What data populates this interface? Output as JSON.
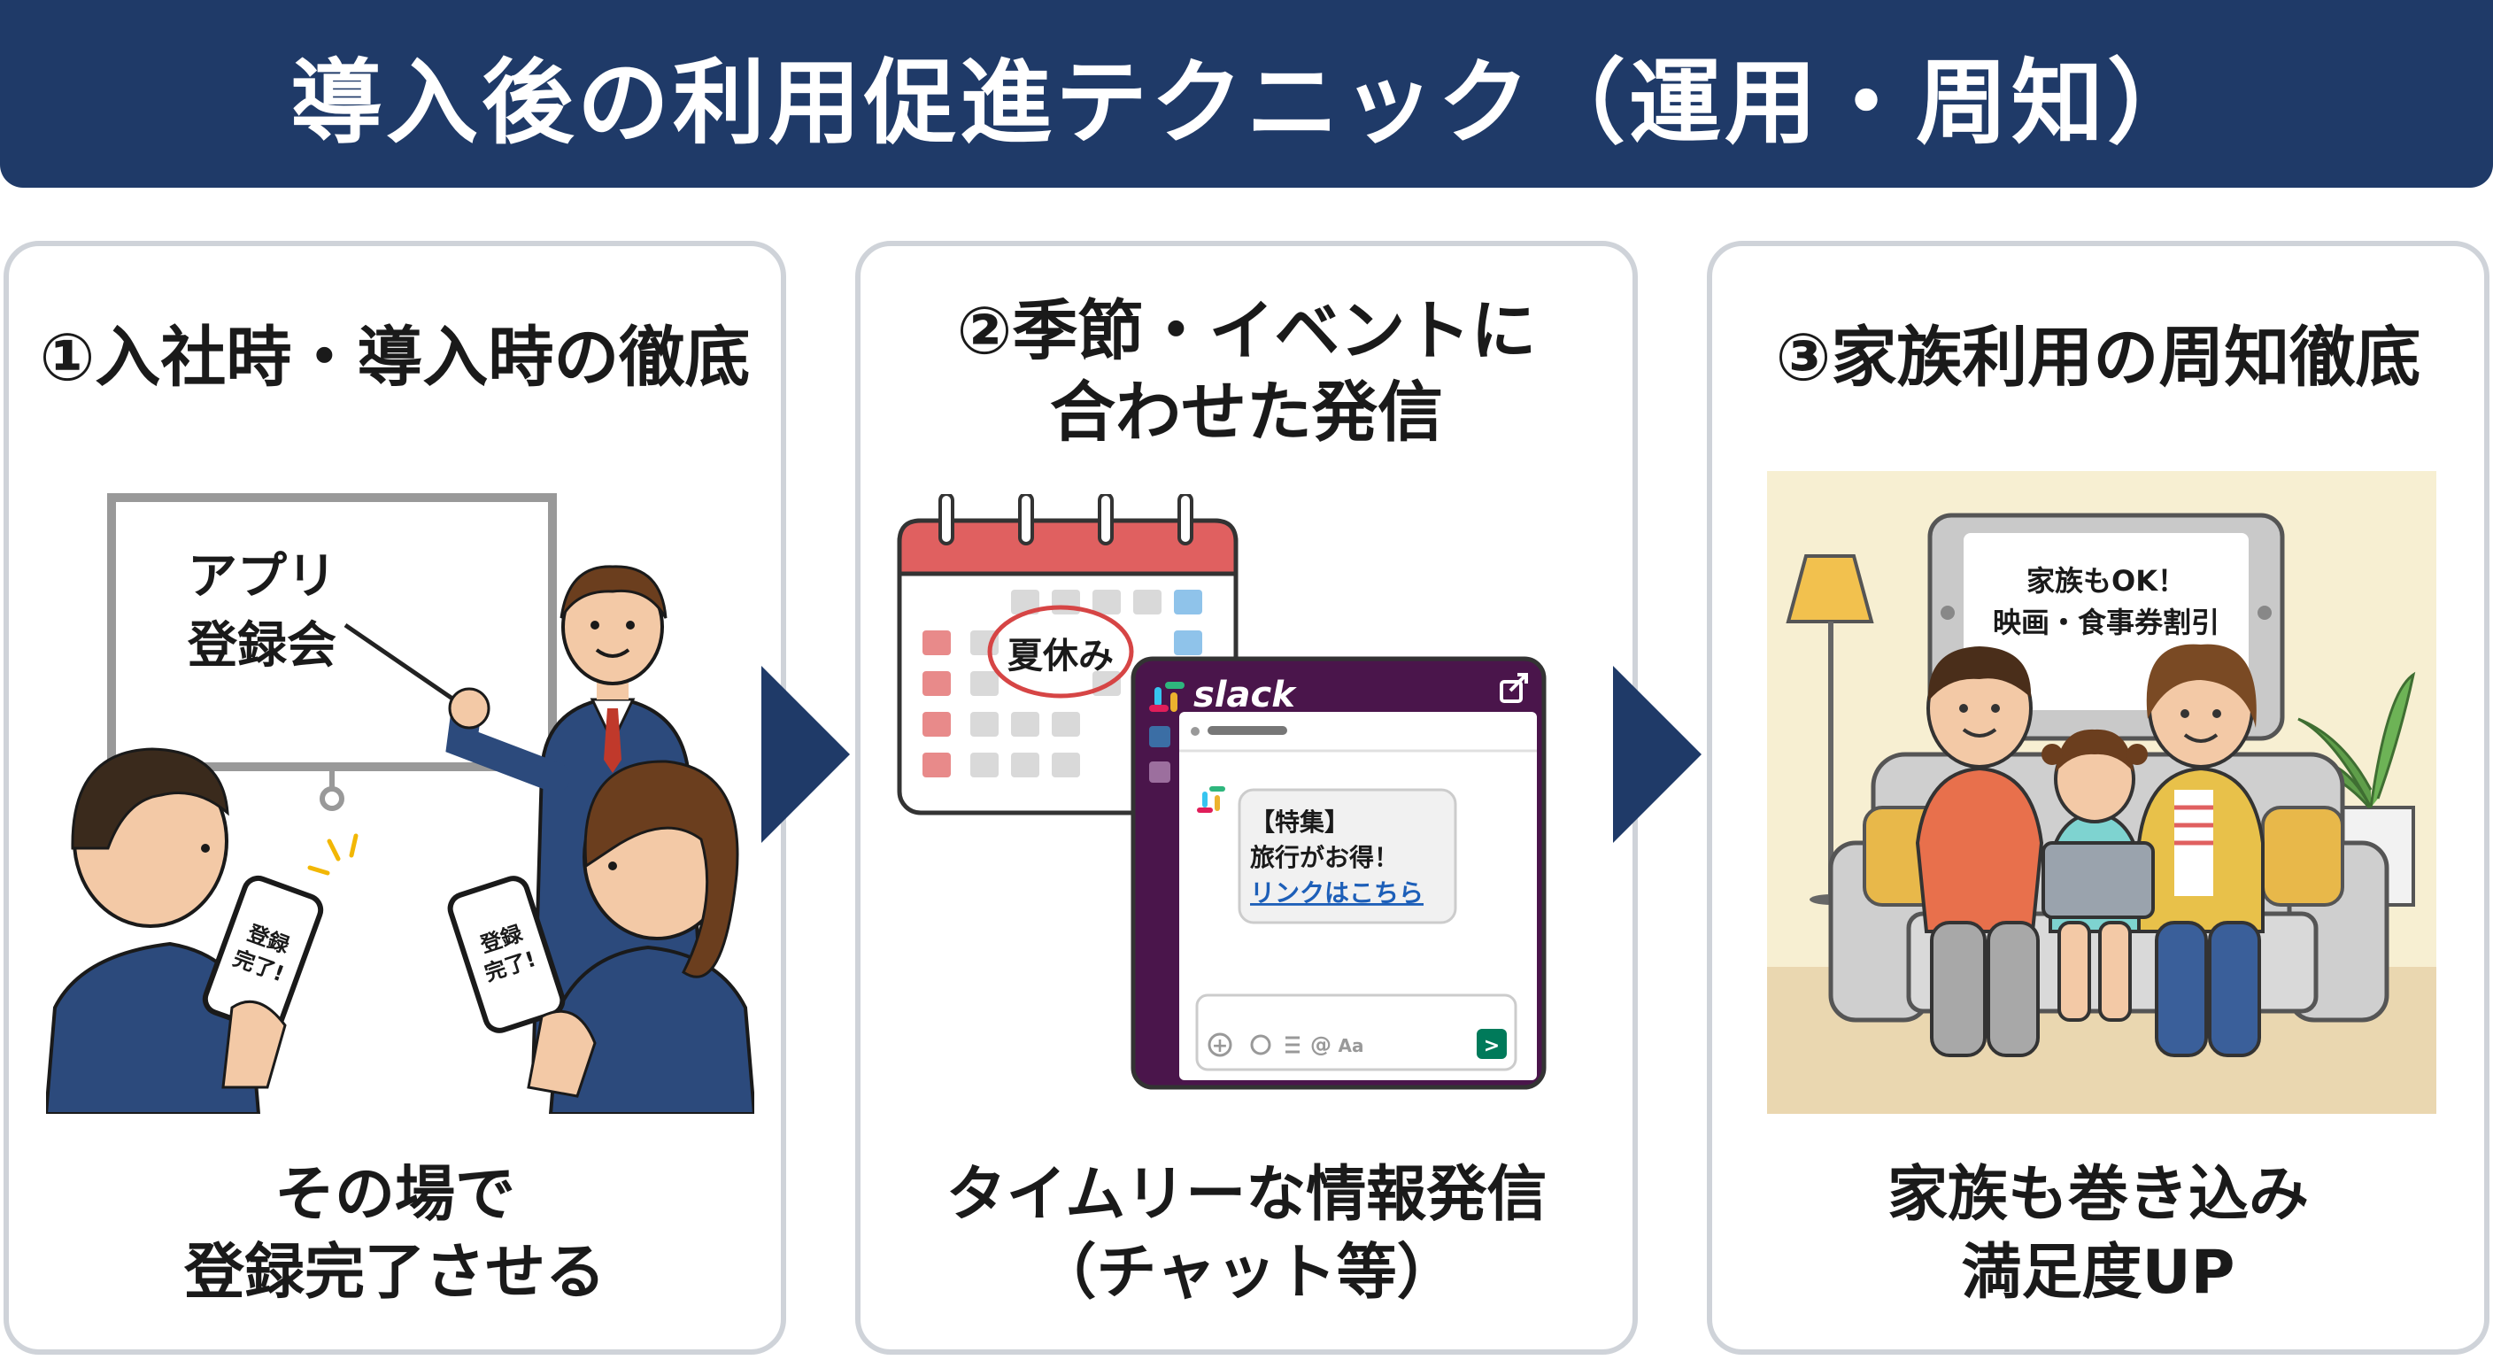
{
  "title": "導入後の利用促進テクニック（運用・周知）",
  "colors": {
    "navy": "#1f3a68",
    "slack_purple": "#4a154b",
    "calendar_red": "#e06060",
    "link_blue": "#1d5fb8"
  },
  "panels": [
    {
      "title": "①入社時・導入時の徹底",
      "illustration": {
        "board_line1": "アプリ",
        "board_line2": "登録会",
        "phone1_line1": "登録",
        "phone1_line2": "完了!",
        "phone2_line1": "登録",
        "phone2_line2": "完了!"
      },
      "caption_line1": "その場で",
      "caption_line2": "登録完了させる"
    },
    {
      "title_line1": "②季節・イベントに",
      "title_line2": "合わせた発信",
      "illustration": {
        "calendar_label": "夏休み",
        "app_name": "slack",
        "message_line1": "【特集】",
        "message_line2": "旅行がお得！",
        "message_link": "リンクはこちら"
      },
      "caption_line1": "タイムリーな情報発信",
      "caption_line2": "（チャット等）"
    },
    {
      "title": "③家族利用の周知徹底",
      "illustration": {
        "tv_line1": "家族もOK！",
        "tv_line2": "映画・食事券割引"
      },
      "caption_line1": "家族も巻き込み",
      "caption_line2": "満足度UP"
    }
  ]
}
